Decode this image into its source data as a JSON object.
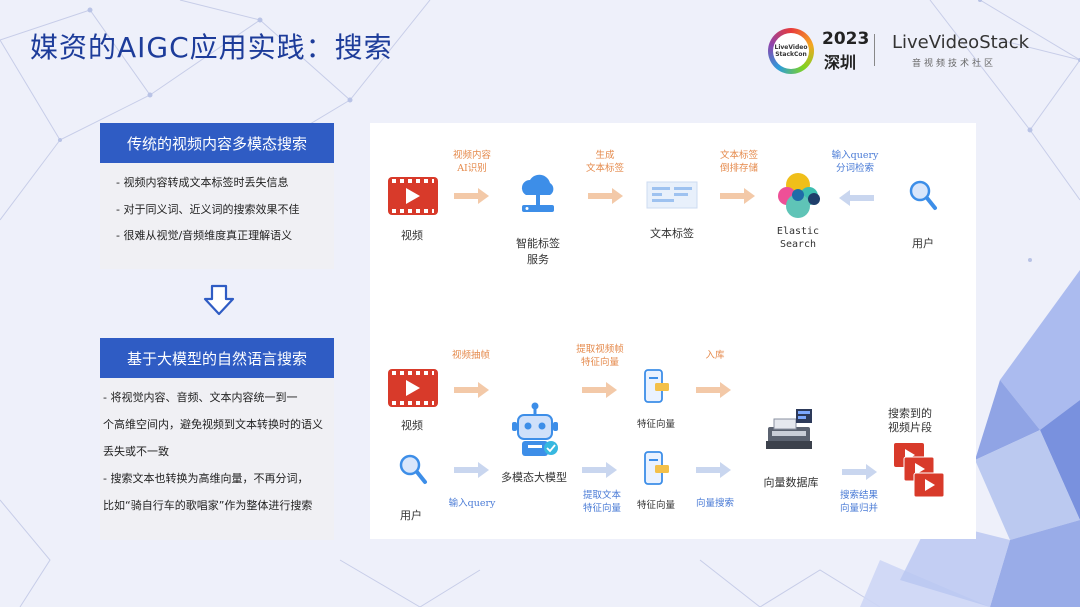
{
  "slide": {
    "title": "媒资的AIGC应用实践：搜索"
  },
  "logos": {
    "badge_text_1": "LiveVideo",
    "badge_text_2": "StackCon",
    "year": "2023",
    "city": "深圳",
    "brand": "LiveVideoStack",
    "brand_sub": "音视频技术社区"
  },
  "left": {
    "traditional": {
      "heading": "传统的视频内容多模态搜索",
      "bullets": [
        "-   视频内容转成文本标签时丢失信息",
        "-   对于同义词、近义词的搜索效果不佳",
        "-   很难从视觉/音频维度真正理解语义"
      ]
    },
    "llm": {
      "heading": "基于大模型的自然语言搜索",
      "lines": [
        "   -  将视觉内容、音频、文本内容统一到一",
        "个高维空间内，避免视频到文本转换时的语义",
        "丢失或不一致",
        "   -  搜索文本也转换为高维向量，不再分词，",
        "比如“骑自行车的歌唱家”作为整体进行搜索"
      ]
    }
  },
  "diagram": {
    "top": {
      "video_label": "视频",
      "step1": [
        "视频内容",
        "AI识别"
      ],
      "tag_service": [
        "智能标签",
        "服务"
      ],
      "step2": [
        "生成",
        "文本标签"
      ],
      "text_tag": "文本标签",
      "step3": [
        "文本标签",
        "倒排存储"
      ],
      "es": [
        "Elastic",
        "Search"
      ],
      "step4": [
        "输入query",
        "分词检索"
      ],
      "user": "用户"
    },
    "bottom": {
      "video_label": "视频",
      "frame_extract": "视频抽帧",
      "user_label": "用户",
      "input_query": "输入query",
      "mm_model": "多模态大模型",
      "extract_frame": [
        "提取视频帧",
        "特征向量"
      ],
      "extract_text": [
        "提取文本",
        "特征向量"
      ],
      "feature_vec_1": "特征向量",
      "feature_vec_2": "特征向量",
      "store": "入库",
      "vec_search": "向量搜索",
      "vec_db": "向量数据库",
      "result": [
        "搜索结果",
        "向量归并"
      ],
      "clips": [
        "搜索到的",
        "视频片段"
      ]
    }
  },
  "colors": {
    "title": "#1d3c9a",
    "heading_bg": "#2f5cc4",
    "orange": "#e58a4c",
    "blue": "#4a7bd6",
    "red": "#d83a2a"
  }
}
